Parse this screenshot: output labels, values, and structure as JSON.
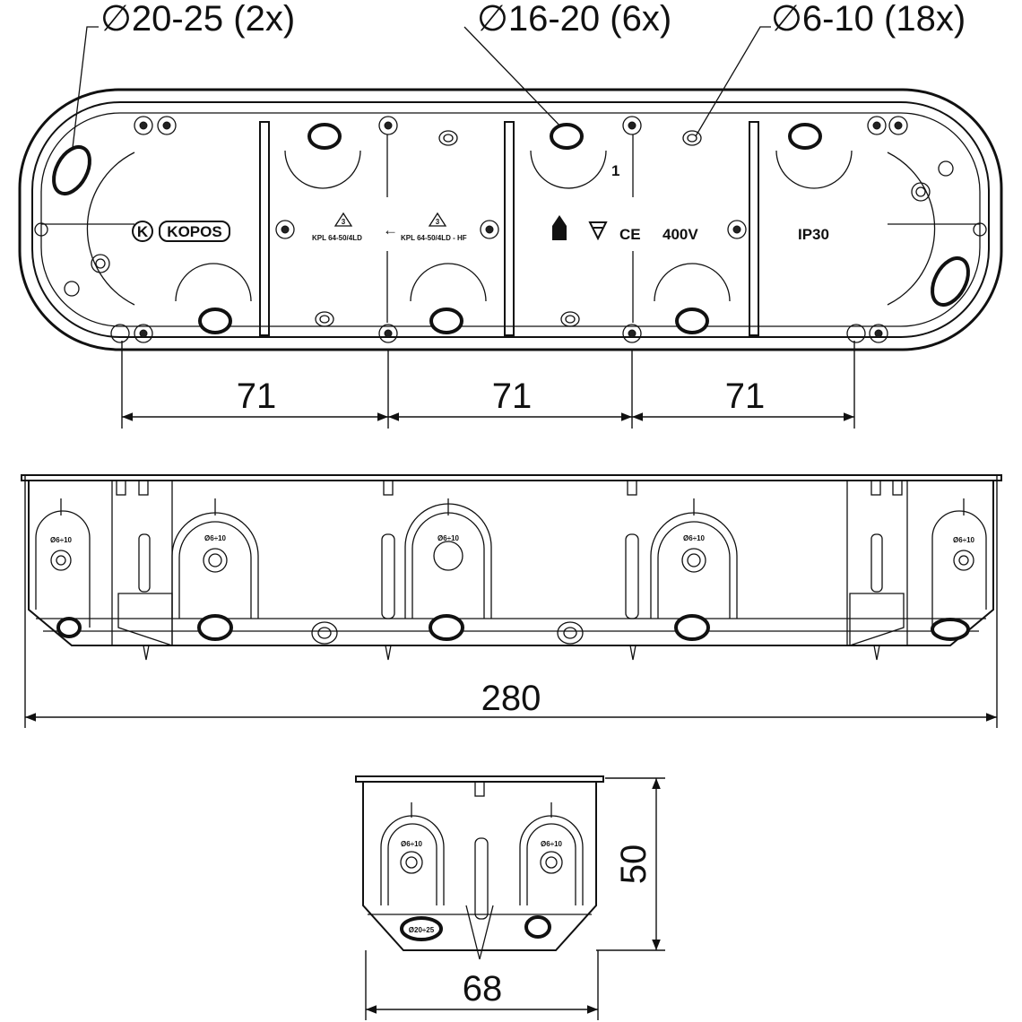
{
  "callouts": [
    {
      "label": "∅20-25 (2x)"
    },
    {
      "label": "∅16-20 (6x)"
    },
    {
      "label": "∅6-10 (18x)"
    }
  ],
  "top_view": {
    "dimensions": [
      "71",
      "71",
      "71"
    ],
    "brand": "KOPOS",
    "brand_mark": "K",
    "model_left": "KPL 64-50/4LD",
    "model_right": "KPL 64-50/4LD - HF",
    "recycle_left": "3",
    "recycle_right": "3",
    "ce": "CE",
    "voltage": "400V",
    "ip_rating": "IP30",
    "digit": "1"
  },
  "front_view": {
    "width": "280",
    "hole_label": "Ø6÷10"
  },
  "side_view": {
    "width": "68",
    "height": "50",
    "hole_label": "Ø6÷10",
    "large_hole_label": "Ø20÷25"
  }
}
